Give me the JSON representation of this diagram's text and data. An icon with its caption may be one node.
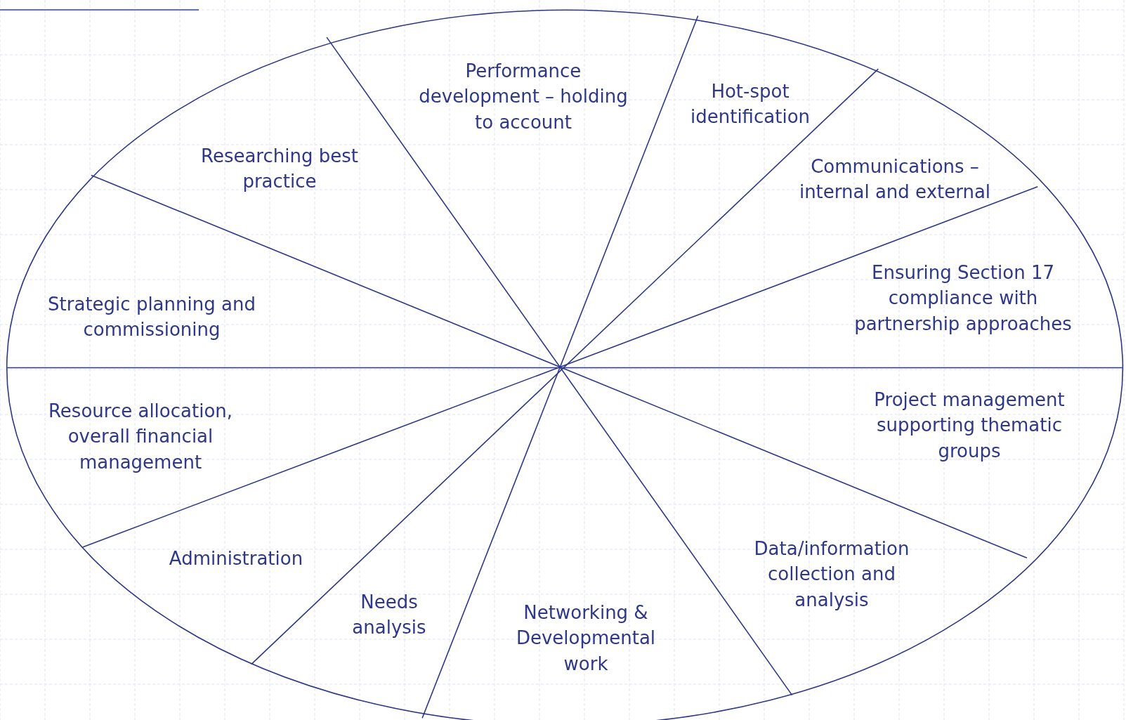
{
  "diagram": {
    "nodes": [
      {
        "text": [
          "Performance development – holding to account"
        ]
      },
      {
        "text": [
          "Hot-spot identification"
        ]
      },
      {
        "text": [
          "Researching best practice"
        ]
      },
      {
        "text": [
          "Communications – internal and external"
        ]
      },
      {
        "text": [
          "Ensuring Section 17 compliance with partnership approaches"
        ]
      },
      {
        "text": [
          "Strategic planning and commissioning"
        ]
      },
      {
        "text": [
          "Resource allocation, overall financial management"
        ]
      },
      {
        "text": [
          "Project management supporting thematic groups"
        ]
      },
      {
        "text": [
          "Administration"
        ]
      },
      {
        "text": [
          "Data/information collection and analysis"
        ]
      },
      {
        "text": [
          "Needs analysis"
        ]
      },
      {
        "text": [
          "Networking & Developmental work"
        ]
      }
    ]
  }
}
